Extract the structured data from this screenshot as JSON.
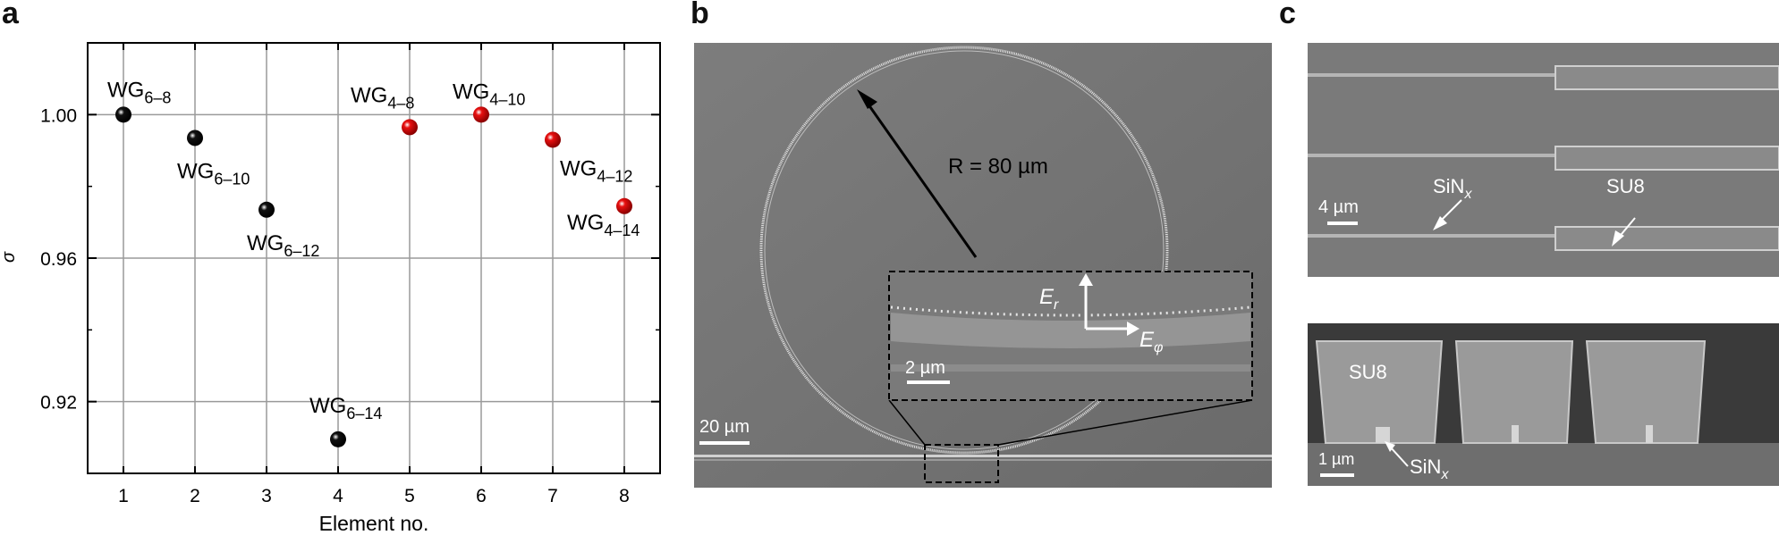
{
  "panels": {
    "a": "a",
    "b": "b",
    "c": "c"
  },
  "chart_data": {
    "type": "scatter",
    "xlabel": "Element no.",
    "ylabel": "σ",
    "xlim": [
      0.5,
      8.5
    ],
    "ylim": [
      0.9,
      1.02
    ],
    "xticks": [
      "1",
      "2",
      "3",
      "4",
      "5",
      "6",
      "7",
      "8"
    ],
    "yticks": [
      "0.92",
      "0.96",
      "1.00"
    ],
    "grid": true,
    "points": [
      {
        "x": 1,
        "y": 1.0,
        "label": "WG",
        "sub": "6–8",
        "color": "#111111"
      },
      {
        "x": 2,
        "y": 0.9935,
        "label": "WG",
        "sub": "6–10",
        "color": "#111111"
      },
      {
        "x": 3,
        "y": 0.9735,
        "label": "WG",
        "sub": "6–12",
        "color": "#111111"
      },
      {
        "x": 4,
        "y": 0.9095,
        "label": "WG",
        "sub": "6–14",
        "color": "#111111"
      },
      {
        "x": 5,
        "y": 0.9965,
        "label": "WG",
        "sub": "4–8",
        "color": "#e81010"
      },
      {
        "x": 6,
        "y": 1.0,
        "label": "WG",
        "sub": "4–10",
        "color": "#e81010"
      },
      {
        "x": 7,
        "y": 0.993,
        "label": "WG",
        "sub": "4–12",
        "color": "#e81010"
      },
      {
        "x": 8,
        "y": 0.9745,
        "label": "WG",
        "sub": "4–14",
        "color": "#e81010"
      }
    ]
  },
  "panel_b": {
    "radius_label": "R = 80 µm",
    "scale_main": "20 µm",
    "scale_inset": "2 µm",
    "er": "E",
    "er_sub": "r",
    "ephi": "E",
    "ephi_sub": "φ"
  },
  "panel_c": {
    "scale_top": "4 µm",
    "sinx_top": "SiN",
    "sinx_sub": "x",
    "su8_top": "SU8",
    "su8_bottom": "SU8",
    "scale_bottom": "1 µm",
    "sinx_bottom": "SiN",
    "sinx_bottom_sub": "x"
  }
}
